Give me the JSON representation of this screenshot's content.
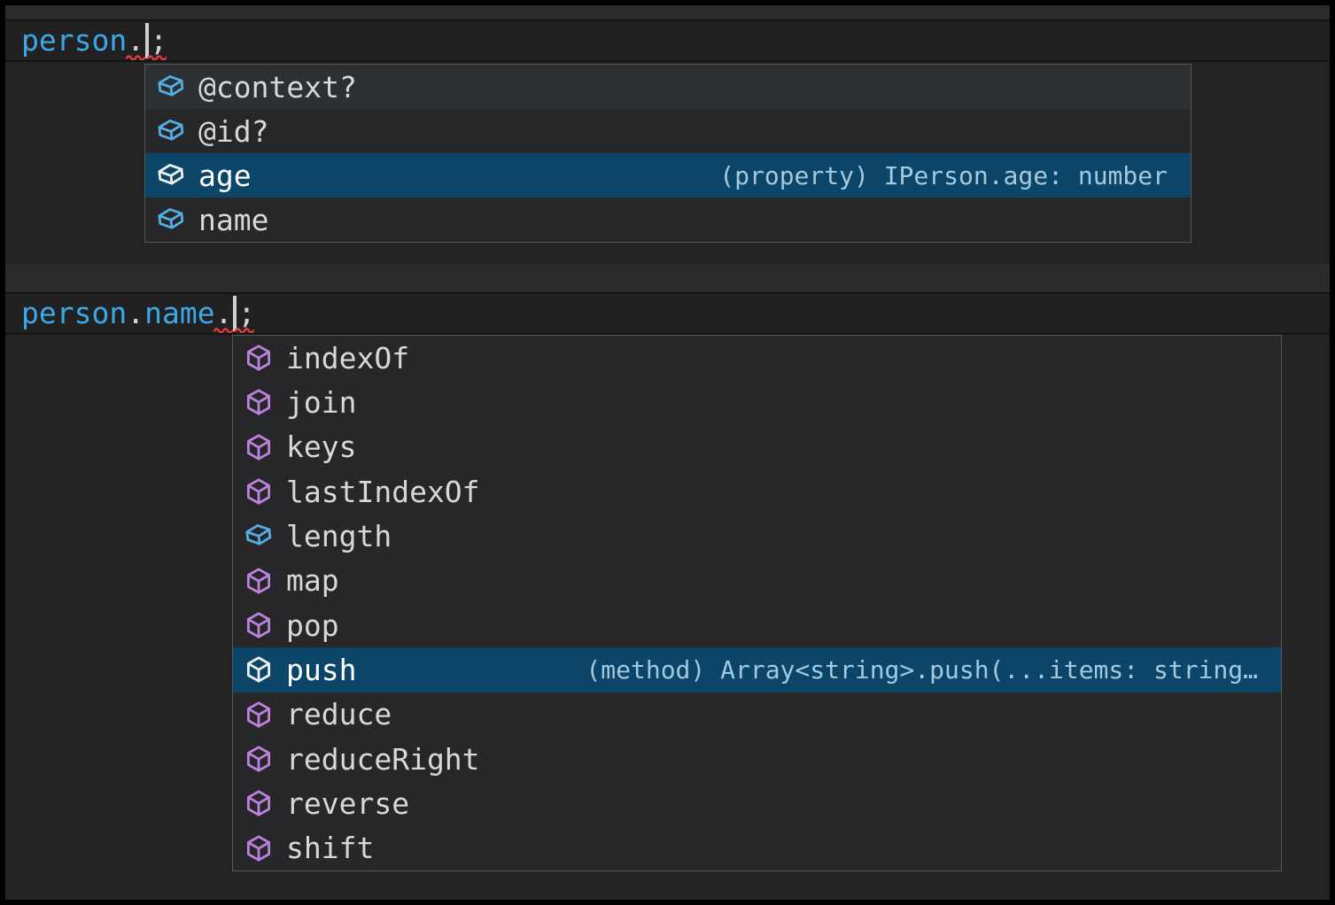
{
  "editor": {
    "code_lines": [
      {
        "name": "code-line-1",
        "tokens": [
          {
            "type": "ident",
            "text": "person"
          },
          {
            "type": "punct",
            "text": "."
          },
          {
            "type": "caret",
            "text": ""
          },
          {
            "type": "punct",
            "text": ";"
          }
        ]
      },
      {
        "name": "code-line-2",
        "tokens": [
          {
            "type": "ident",
            "text": "person"
          },
          {
            "type": "punct",
            "text": "."
          },
          {
            "type": "prop",
            "text": "name"
          },
          {
            "type": "punct",
            "text": "."
          },
          {
            "type": "caret",
            "text": ""
          },
          {
            "type": "punct",
            "text": ";"
          }
        ]
      }
    ]
  },
  "suggest_widget_1": {
    "items": [
      {
        "label": "@context?",
        "kind": "field",
        "state": "hover"
      },
      {
        "label": "@id?",
        "kind": "field",
        "state": "normal"
      },
      {
        "label": "age",
        "kind": "field",
        "state": "selected",
        "detail": "(property) IPerson.age: number"
      },
      {
        "label": "name",
        "kind": "field",
        "state": "normal"
      }
    ]
  },
  "suggest_widget_2": {
    "items": [
      {
        "label": "indexOf",
        "kind": "method",
        "state": "normal"
      },
      {
        "label": "join",
        "kind": "method",
        "state": "normal"
      },
      {
        "label": "keys",
        "kind": "method",
        "state": "normal"
      },
      {
        "label": "lastIndexOf",
        "kind": "method",
        "state": "normal"
      },
      {
        "label": "length",
        "kind": "field",
        "state": "normal"
      },
      {
        "label": "map",
        "kind": "method",
        "state": "normal"
      },
      {
        "label": "pop",
        "kind": "method",
        "state": "normal"
      },
      {
        "label": "push",
        "kind": "method",
        "state": "selected",
        "detail": "(method) Array<string>.push(...items: string…"
      },
      {
        "label": "reduce",
        "kind": "method",
        "state": "normal"
      },
      {
        "label": "reduceRight",
        "kind": "method",
        "state": "normal"
      },
      {
        "label": "reverse",
        "kind": "method",
        "state": "normal"
      },
      {
        "label": "shift",
        "kind": "method",
        "state": "normal"
      }
    ]
  },
  "icons": {
    "field": "box-icon",
    "method": "cube-icon"
  },
  "colors": {
    "selection_background": "#0b4568",
    "icon_field_blue": "#55aee2",
    "icon_method_purple": "#bc82dd",
    "code_identifier_blue": "#3ba9e9",
    "error_squiggle_red": "#e23c3c",
    "suggest_background": "#27272a",
    "suggest_border": "#55585c",
    "detail_text": "#a3c9de"
  }
}
